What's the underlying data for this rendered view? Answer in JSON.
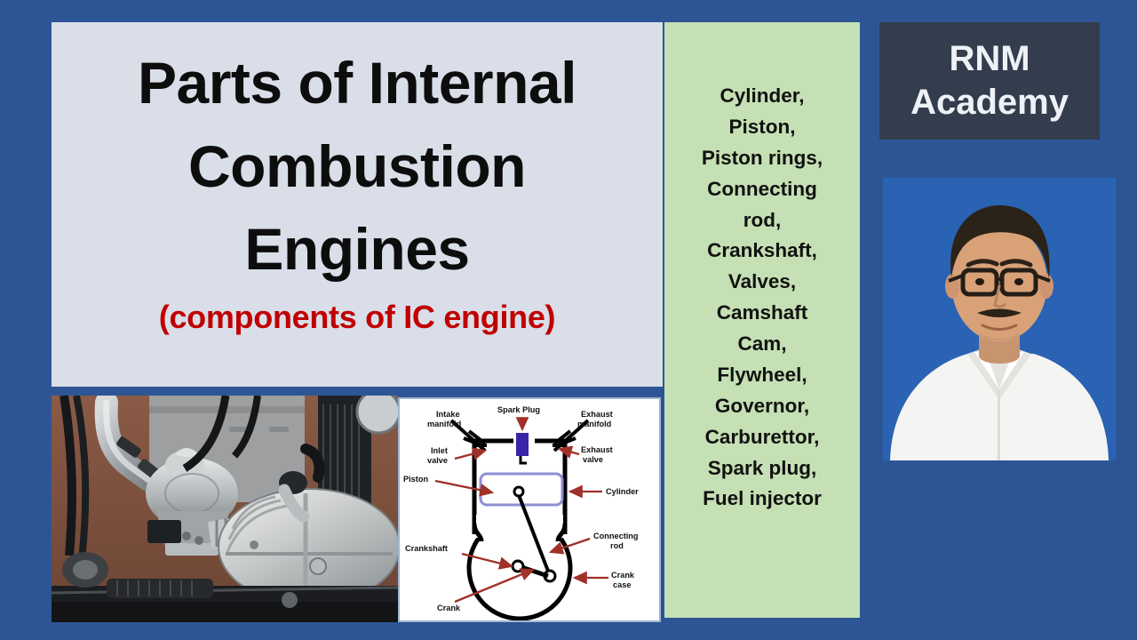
{
  "slide": {
    "background_color": "#2d5596"
  },
  "title_panel": {
    "background_color": "#d9dee8",
    "line1": "Parts of Internal",
    "line2": "Combustion",
    "line3": "Engines",
    "subtitle": "(components of IC engine)",
    "title_color": "#0d0d0d",
    "subtitle_color": "#c00000"
  },
  "parts_panel": {
    "background_color": "#c5e0b4",
    "items": [
      "Cylinder,",
      "Piston,",
      "Piston rings,",
      "Connecting",
      "rod,",
      "Crankshaft,",
      "Valves,",
      "Camshaft",
      "Cam,",
      "Flywheel,",
      "Governor,",
      "Carburettor,",
      "Spark plug,",
      "Fuel injector"
    ]
  },
  "logo": {
    "background_color": "#343d4d",
    "text_color": "#eef1f5",
    "line1": "RNM",
    "line2": "Academy"
  },
  "presenter": {
    "alt": "presenter-portrait",
    "background_color": "#2a62b4"
  },
  "engine_photo": {
    "alt": "motorcycle-engine-photograph"
  },
  "engine_diagram": {
    "alt": "ic-engine-cross-section-diagram",
    "background_color": "#ffffff",
    "arrow_color": "#a03028",
    "spark_plug_color": "#3b24a8",
    "piston_outline_color": "#8e8ed6",
    "labels": [
      {
        "id": "intake-manifold",
        "line1": "Intake",
        "line2": "manifold"
      },
      {
        "id": "spark-plug",
        "line1": "Spark Plug",
        "line2": ""
      },
      {
        "id": "exhaust-manifold",
        "line1": "Exhaust",
        "line2": "manifold"
      },
      {
        "id": "inlet-valve",
        "line1": "Inlet",
        "line2": "valve"
      },
      {
        "id": "exhaust-valve",
        "line1": "Exhaust",
        "line2": "valve"
      },
      {
        "id": "piston",
        "line1": "Piston",
        "line2": ""
      },
      {
        "id": "cylinder",
        "line1": "Cylinder",
        "line2": ""
      },
      {
        "id": "connecting-rod",
        "line1": "Connecting",
        "line2": "rod"
      },
      {
        "id": "crankshaft",
        "line1": "Crankshaft",
        "line2": ""
      },
      {
        "id": "crank-case",
        "line1": "Crank",
        "line2": "case"
      },
      {
        "id": "crank",
        "line1": "Crank",
        "line2": ""
      }
    ]
  }
}
